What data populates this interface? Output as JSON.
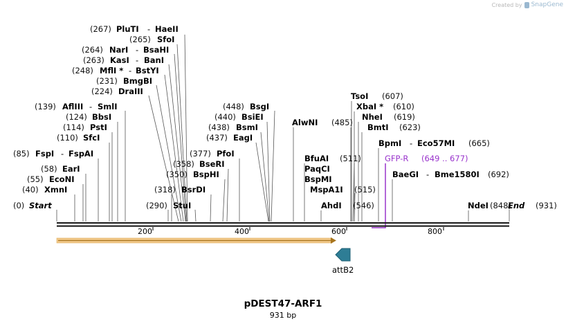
{
  "credit": {
    "prefix": "Created by",
    "brand": "SnapGene"
  },
  "map": {
    "name": "pDEST47-ARF1",
    "length_label": "931 bp",
    "length": 931,
    "colors": {
      "ruler": "#222222",
      "orf": "#f2c98a",
      "orf_edge": "#d9a24a",
      "feature": "#2e7d95",
      "primer": "#9933cc"
    },
    "start_label": "Start",
    "start_pos": "(0)",
    "end_label": "End",
    "end_pos": "(931)",
    "ticks": [
      "200",
      "400",
      "600",
      "800"
    ],
    "sites": [
      {
        "pos": "(267)",
        "name": "PluTI",
        "extra": "HaeII"
      },
      {
        "pos": "(265)",
        "name": "SfoI"
      },
      {
        "pos": "(264)",
        "name": "NarI",
        "extra": "BsaHI"
      },
      {
        "pos": "(263)",
        "name": "KasI",
        "extra": "BanI"
      },
      {
        "pos": "(248)",
        "name": "MflI *",
        "extra": "BstYI"
      },
      {
        "pos": "(231)",
        "name": "BmgBI"
      },
      {
        "pos": "(224)",
        "name": "DraIII"
      },
      {
        "pos": "(139)",
        "name": "AflIII",
        "extra": "SmlI"
      },
      {
        "pos": "(124)",
        "name": "BbsI"
      },
      {
        "pos": "(114)",
        "name": "PstI"
      },
      {
        "pos": "(110)",
        "name": "SfcI"
      },
      {
        "pos": "(85)",
        "name": "FspI",
        "extra": "FspAI"
      },
      {
        "pos": "(58)",
        "name": "EarI"
      },
      {
        "pos": "(55)",
        "name": "EcoNI"
      },
      {
        "pos": "(40)",
        "name": "XmnI"
      },
      {
        "pos": "(448)",
        "name": "BsgI"
      },
      {
        "pos": "(440)",
        "name": "BsiEI"
      },
      {
        "pos": "(438)",
        "name": "BsmI"
      },
      {
        "pos": "(437)",
        "name": "EagI"
      },
      {
        "pos": "(377)",
        "name": "PfoI"
      },
      {
        "pos": "(358)",
        "name": "BseRI"
      },
      {
        "pos": "(350)",
        "name": "BspHI"
      },
      {
        "pos": "(318)",
        "name": "BsrDI"
      },
      {
        "pos": "(290)",
        "name": "StuI"
      },
      {
        "name": "AlwNI"
      },
      {
        "name": "TsoI",
        "pos": "(607)"
      },
      {
        "name": "XbaI *",
        "pos": "(610)"
      },
      {
        "name": "NheI",
        "pos": "(619)"
      },
      {
        "name": "BmtI",
        "pos": "(623)"
      },
      {
        "pos": "(485)"
      },
      {
        "name": "BfuAI"
      },
      {
        "pos": "(511)"
      },
      {
        "name": "PaqCI"
      },
      {
        "name": "BspMI"
      },
      {
        "name": "MspA1I"
      },
      {
        "pos": "(515)"
      },
      {
        "name": "AhdI"
      },
      {
        "pos": "(546)"
      },
      {
        "name": "BpmI",
        "extra": "Eco57MI",
        "pos": "(665)"
      },
      {
        "name": "BaeGI",
        "extra": "Bme1580I",
        "pos": "(692)"
      },
      {
        "name": "NdeI",
        "pos": "(848)"
      }
    ],
    "primer": {
      "name": "GFP-R",
      "range": "(649 .. 677)"
    },
    "feature": {
      "name": "attB2"
    }
  }
}
